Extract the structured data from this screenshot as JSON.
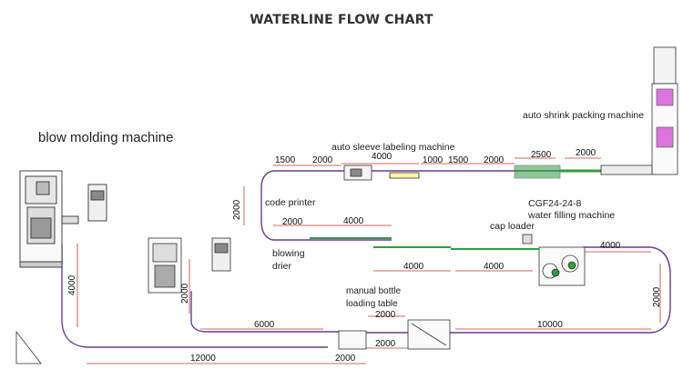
{
  "title": "WATERLINE FLOW CHART",
  "labels": {
    "blow_molding": "blow molding machine",
    "auto_sleeve": "auto sleeve labeling machine",
    "auto_shrink": "auto shrink packing machine",
    "code_printer": "code printer",
    "filling_model": "CGF24-24-8",
    "filling_name": "water filling machine",
    "cap_loader": "cap loader",
    "blowing_drier_1": "blowing",
    "blowing_drier_2": "drier",
    "manual_loading_1": "manual bottle",
    "manual_loading_2": "loading table"
  },
  "dimensions": {
    "top_1500": "1500",
    "top_2000": "2000",
    "top_4000": "4000",
    "top_1000": "1000",
    "top_1500b": "1500",
    "top_2000b": "2000",
    "top_2500": "2500",
    "top_2000c": "2000",
    "left_2000": "2000",
    "mid_2000": "2000",
    "mid_4000": "4000",
    "right_4000": "4000",
    "lower_4000a": "4000",
    "lower_4000b": "4000",
    "vert_4000": "4000",
    "vert_2000": "2000",
    "right_vert_2000": "2000",
    "bottom_6000": "6000",
    "bottom_12000": "12000",
    "bottom_2000a": "2000",
    "bottom_2000b": "2000",
    "bottom_2000c": "2000",
    "bottom_10000": "10000"
  },
  "colors": {
    "conveyor": "#6a3d8e",
    "equipment": "#333333",
    "accent_green": "#2e9e3e",
    "accent_magenta": "#d23ad2",
    "dimension": "#c0392b"
  }
}
